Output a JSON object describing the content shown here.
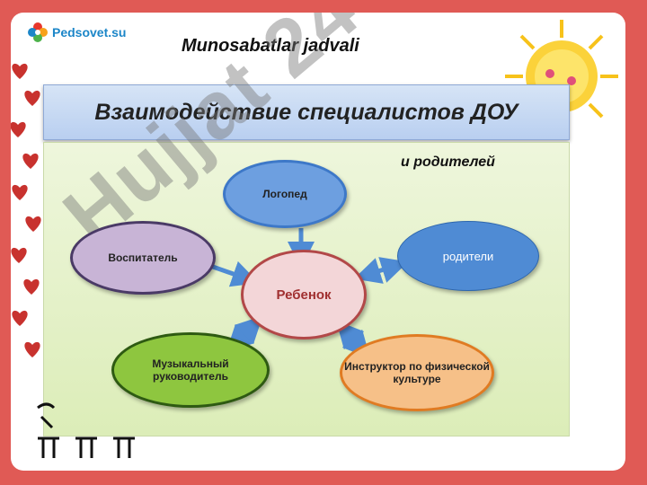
{
  "logo": {
    "text": "Pedsovet.su"
  },
  "slide_title": "Munosabatlar jadvali",
  "banner_title": "Взаимодействие специалистов ДОУ",
  "subtitle": "и родителей",
  "watermark": "Hujjat 24",
  "nodes": {
    "logoped": "Логопед",
    "vospitatel": "Воспитатель",
    "rebenok": "Ребенок",
    "roditeli": "родители",
    "muz": "Музыкальный руководитель",
    "instruktor": "Инструктор по физической культуре"
  },
  "colors": {
    "background": "#e05a55",
    "accent_blue": "#3d78c8",
    "child_border": "#b24848",
    "green": "#8ec63f",
    "orange": "#f6c088"
  }
}
